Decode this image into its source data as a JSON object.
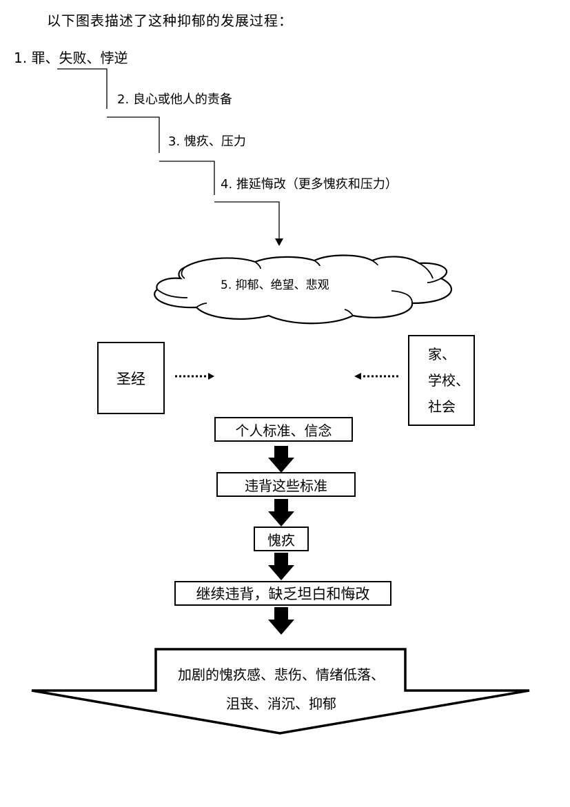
{
  "intro": "以下图表描述了这种抑郁的发展过程：",
  "steps": [
    {
      "label": "1. 罪、失败、悖逆"
    },
    {
      "label": "2. 良心或他人的责备"
    },
    {
      "label": "3. 愧疚、压力"
    },
    {
      "label": "4. 推延悔改（更多愧疚和压力）"
    }
  ],
  "cloud": {
    "label": "5.  抑郁、绝望、悲观"
  },
  "sources": {
    "left": "圣经",
    "right": [
      "家、",
      "学校、",
      "社会"
    ]
  },
  "flow": [
    "个人标准、信念",
    "违背这些标准",
    "愧疚",
    "继续违背，缺乏坦白和悔改"
  ],
  "outcome": {
    "lines": [
      "加剧的愧疚感、悲伤、情绪低落、",
      "沮丧、消沉、抑郁"
    ]
  }
}
